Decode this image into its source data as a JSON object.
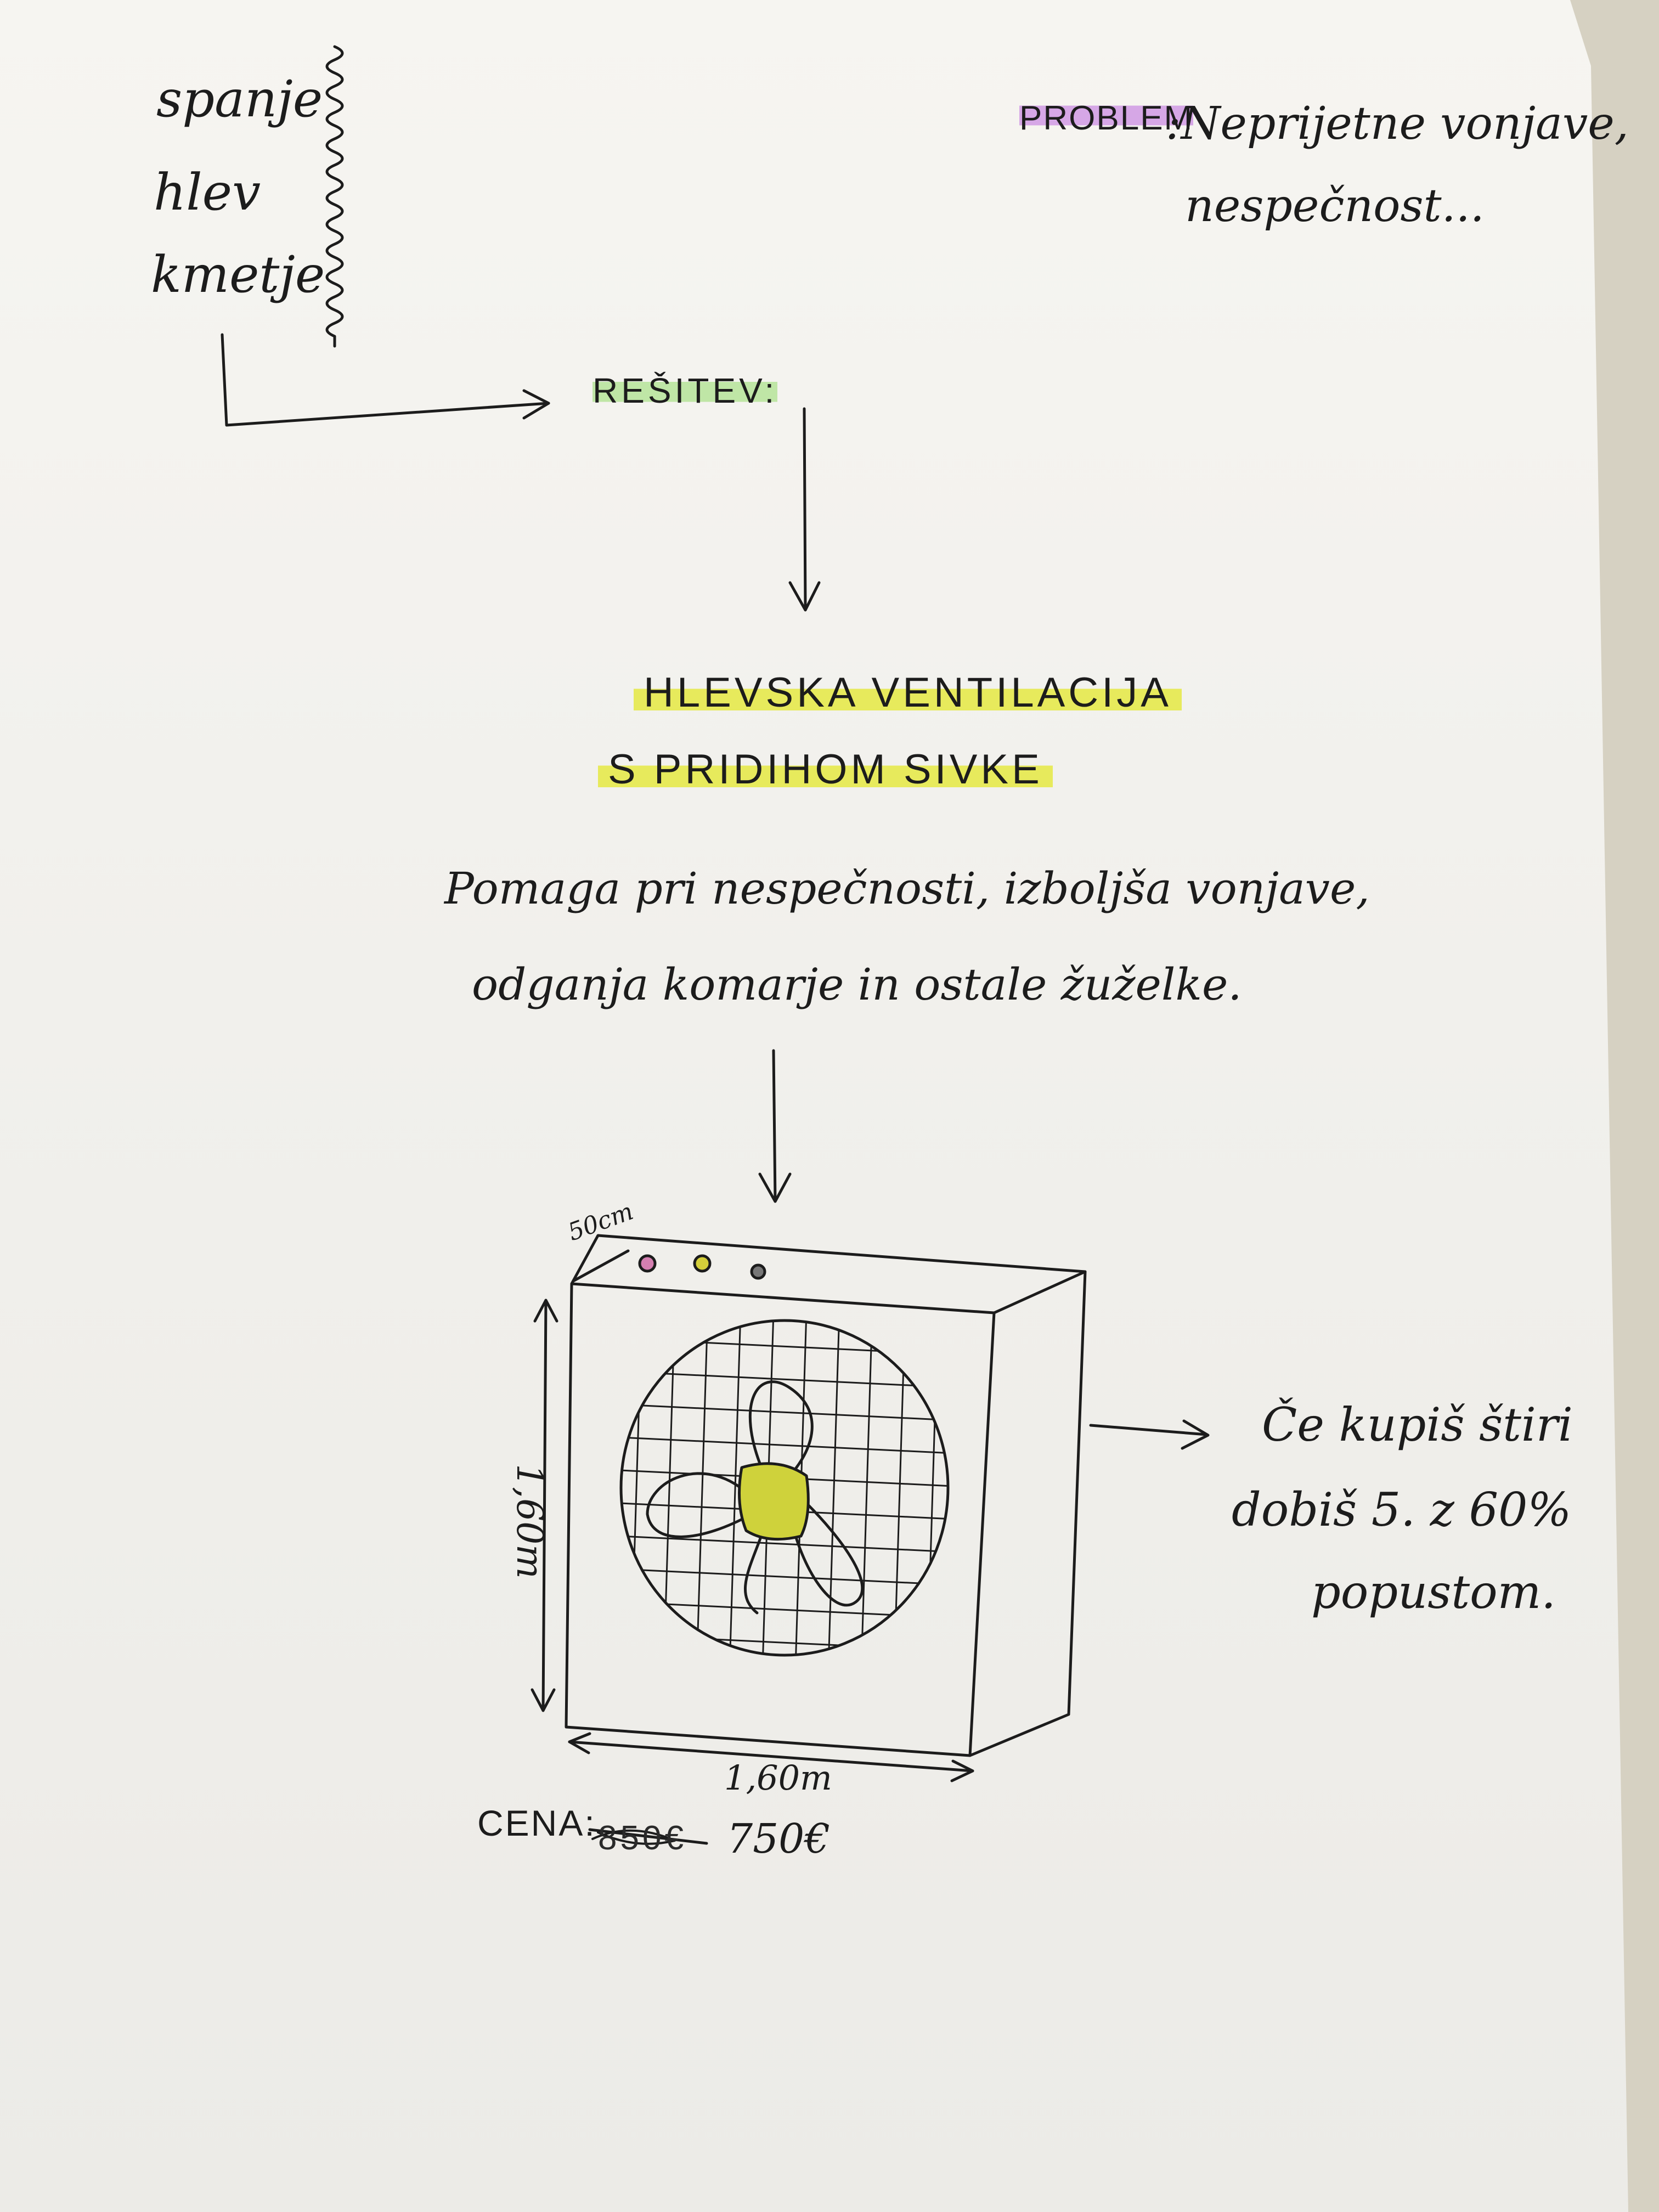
{
  "context_words": [
    "spanje",
    "hlev",
    "kmetje"
  ],
  "problem": {
    "label": "PROBLEM",
    "line1": ":Neprijetne vonjave,",
    "line2": "nespečnost..."
  },
  "solution": {
    "label": "REŠITEV:",
    "product_line1": "HLEVSKA VENTILACIJA",
    "product_line2": "S PRIDIHOM SIVKE",
    "benefit_line1": "Pomaga pri nespečnosti, izboljša vonjave,",
    "benefit_line2": "odganja komarje in ostale žuželke."
  },
  "fan": {
    "depth_label": "50cm",
    "height_label": "1,60m",
    "width_label": "1,60m",
    "button_colors": [
      "#d47fb0",
      "#d4cf3a",
      "#777777"
    ],
    "hub_color": "#cfd23b"
  },
  "offer": {
    "line1": "Če kupiš štiri",
    "line2": "dobiš 5. z 60%",
    "line3": "popustom."
  },
  "price": {
    "label": "CENA:",
    "old_price": "850€",
    "new_price": "750€"
  },
  "colors": {
    "ink": "#1c1c1c",
    "highlight_problem": "#d6a7e6",
    "highlight_solution": "#bfe6a6",
    "highlight_product": "#e7ea5c"
  }
}
